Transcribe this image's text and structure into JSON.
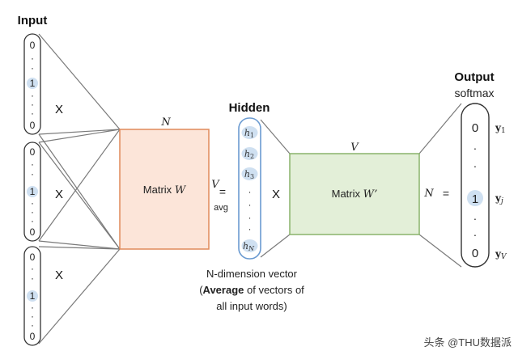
{
  "input": {
    "title": "Input",
    "vectors": [
      {
        "top": "0",
        "dots1": [
          "·",
          "·"
        ],
        "one": "1",
        "dots2": [
          "·",
          "·",
          "·"
        ],
        "bottom": "0",
        "op": "X"
      },
      {
        "top": "0",
        "dots1": [
          "·",
          "·"
        ],
        "one": "1",
        "dots2": [
          "·",
          "·",
          "·"
        ],
        "bottom": "0",
        "op": "X"
      },
      {
        "top": "0",
        "dots1": [
          "·",
          "·"
        ],
        "one": "1",
        "dots2": [
          "·",
          "·",
          "·"
        ],
        "bottom": "0",
        "op": "X"
      }
    ]
  },
  "matrix_w": {
    "label": "Matrix",
    "symbol": "W",
    "top_dim": "N",
    "side_dim": "V",
    "fill": "#fce5d9",
    "stroke": "#e08a5a"
  },
  "avg": {
    "equals": "=",
    "label": "avg"
  },
  "hidden": {
    "title": "Hidden",
    "items": [
      "h",
      "h",
      "h"
    ],
    "subs": [
      "1",
      "2",
      "3"
    ],
    "dots": [
      "·",
      "·",
      "·",
      "·"
    ],
    "last": "h",
    "last_sub": "N",
    "op": "X",
    "caption_line1": "N-dimension vector",
    "caption_open": "(",
    "caption_bold": "Average",
    "caption_rest": " of vectors of",
    "caption_line3": "all input words)",
    "stroke": "#6b9bd1",
    "chip_fill": "#cfe0f1"
  },
  "matrix_w2": {
    "label": "Matrix",
    "symbol": "W’",
    "top_dim": "V",
    "side_dim": "N",
    "equals": "=",
    "fill": "#e3efd8",
    "stroke": "#8ab46b"
  },
  "output": {
    "title": "Output",
    "subtitle": "softmax",
    "top": "0",
    "dots1": [
      "·",
      "·"
    ],
    "one": "1",
    "dots2": [
      "·",
      "·"
    ],
    "bottom": "0",
    "y1": "y",
    "y1_sub": "1",
    "yj": "y",
    "yj_sub": "j",
    "yv": "y",
    "yv_sub": "V"
  },
  "watermark": "头条 @THU数据派"
}
